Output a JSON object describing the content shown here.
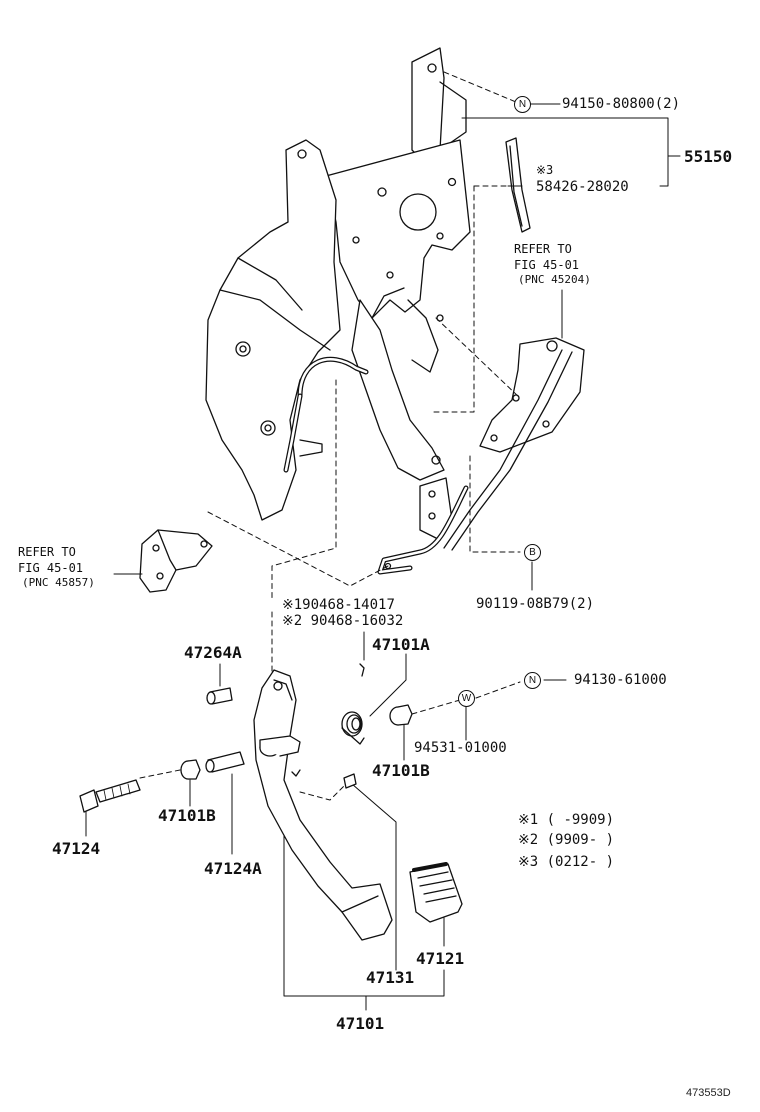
{
  "labels": {
    "l_94150": "94150-80800(2)",
    "l_55150": "55150",
    "l_m3": "※3",
    "l_58426": "58426-28020",
    "ref_right_1": "REFER TO",
    "ref_right_2": "FIG 45-01",
    "ref_right_3": "(PNC 45204)",
    "ref_left_1": "REFER TO",
    "ref_left_2": "FIG 45-01",
    "ref_left_3": "(PNC 45857)",
    "l_90119": "90119-08B79(2)",
    "l_90468a": "※190468-14017",
    "l_90468b": "※2 90468-16032",
    "l_47264A": "47264A",
    "l_47101A": "47101A",
    "l_94130": "94130-61000",
    "l_94531": "94531-01000",
    "l_47101B_r": "47101B",
    "l_47101B_l": "47101B",
    "l_47124": "47124",
    "l_47124A": "47124A",
    "l_note1": "※1 (      -9909)",
    "l_note2": "※2 (9909-      )",
    "l_note3": "※3 (0212-      )",
    "l_47121": "47121",
    "l_47131": "47131",
    "l_47101": "47101",
    "fig_id": "473553D"
  },
  "badges": {
    "n_top": "N",
    "b_mid": "B",
    "n_right": "N",
    "w_right": "W"
  }
}
